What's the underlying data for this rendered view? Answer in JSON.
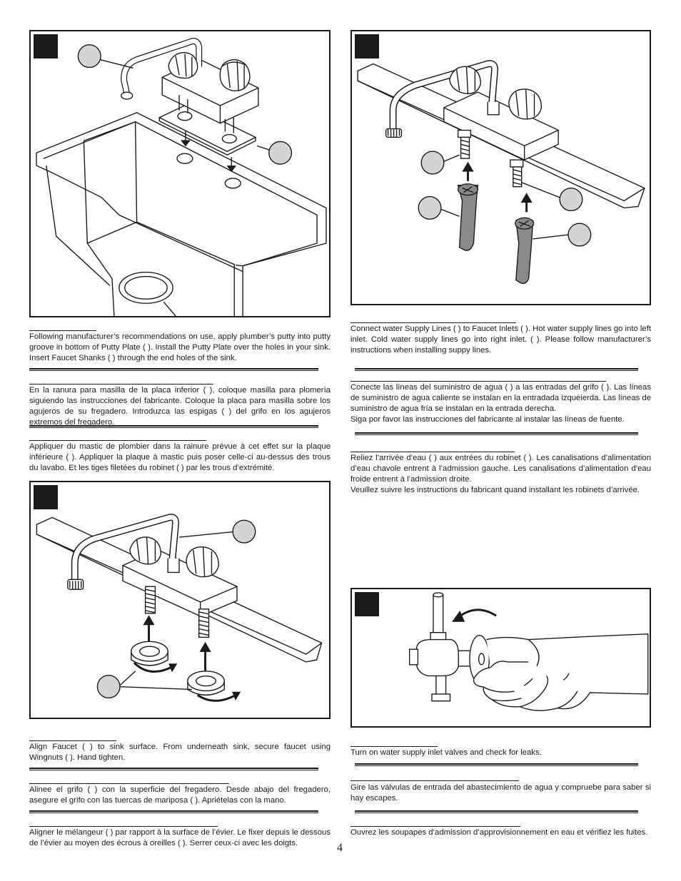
{
  "page_number": "4",
  "steps": {
    "putty": {
      "en": "Following manufacturer’s recommendations on use, apply plumber’s putty into putty groove in bottom of Putty Plate (    ).  Install the Putty Plate over the holes  in your sink. Insert Faucet Shanks (    ) through the end holes of the sink.",
      "es": "En la ranura para masilla de la placa inferior (    ), coloque masilla para plomería siguiendo las instrucciones del fabricante. Coloque la placa para masilla sobre los agujeros de su fregadero. Introduzca las espigas (    ) del grifo en los agujeros extremos del fregadero.",
      "fr": "Appliquer du mastic de plombier dans la rainure prévue à cet effet sur la plaque inférieure (    ). Appliquer la plaque à mastic puis poser celle-ci au-dessus des trous du lavabo. Et les tiges filetées du robinet (    ) par les trous d’extrémité."
    },
    "align": {
      "en": "Align Faucet (    ) to sink surface.  From underneath sink, secure faucet using Wingnuts (    ).  Hand tighten.",
      "es": "Alinee el grifo (    ) con la superficie del fregadero. Desde abajo del fregadero, asegure el grifo con las tuercas de mariposa (    ). Apriételas con la mano.",
      "fr": "Aligner le mélangeur (    ) par rapport à la surface de l’évier. Le fixer depuis le dessous de l’évier au moyen des écrous à oreilles (    ). Serrer ceux-ci avec les doigts."
    },
    "supply": {
      "en": "Connect water Supply Lines (    ) to Faucet Inlets (    ). Hot water supply lines go into left inlet. Cold water supply lines go into right inlet. (                                                        ). Please follow manufacturer’s instructions when installing suppy lines.",
      "es": "Conecte las líneas del suministro de agua (    ) a las entradas del grifo (    ).  Las líneas de suministro de agua caliente se instalan en la entradada izqueierda. Las líneas de suministro de agua fría se instalan en la entrada derecha.\nSiga por favor las instrucciones del fabricante al instalar las líneas de fuente.",
      "fr": "Reliez l’arrivée d’eau (    ) aux entrées du robinet (    ). Les canalisations d’alimentation d’eau chavole entrent à l’admission gauche. Les canalisations d’alimentation d’eau froide entrent à l’admission droite.\nVeuillez suivre les instructions du fabricant quand installant les robinets d’arrivée."
    },
    "turn_on": {
      "en": "Turn on water supply inlet valves and check for leaks.",
      "es": "Gire las válvulas de entrada del abastecimiento de agua y compruebe para saber si hay escapes.",
      "fr": "Ouvrez les soupapes d’admission d’approvisionnement en eau et vérifiez les fuites."
    }
  },
  "figures": {
    "fig1": {
      "caption_icon": "faucet-sink-putty-plate-illustration"
    },
    "fig2": {
      "caption_icon": "faucet-wingnuts-illustration"
    },
    "fig3": {
      "caption_icon": "supply-lines-illustration"
    },
    "fig4": {
      "caption_icon": "hand-valve-illustration"
    }
  },
  "colors": {
    "ink": "#1a1a1a",
    "callout_fill": "#d4d4d4",
    "hose_fill": "#8a8a8a"
  }
}
